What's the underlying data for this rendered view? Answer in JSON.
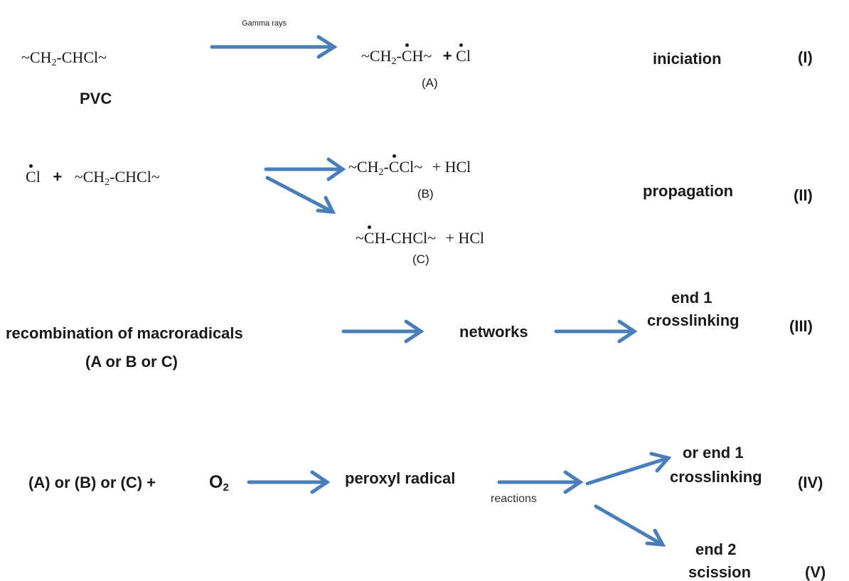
{
  "gamma_label": "Gamma rays",
  "reactions_label": "reactions",
  "row1": {
    "reactant": "~CH",
    "reactant_sub": "2",
    "reactant_tail": "-CHCl~",
    "reactant_name": "PVC",
    "prod_a1": "~CH",
    "prod_a_sub": "2",
    "prod_a_dash": "-",
    "prod_a_c": "C",
    "prod_a_h": "H~",
    "plus": "+",
    "cl_c": "C",
    "cl_l": "l",
    "prod_a_name": "(A)",
    "stage": "iniciation",
    "roman": "(I)"
  },
  "row2": {
    "cl_c": "C",
    "cl_l": "l",
    "plus": "+",
    "reactant": "~CH",
    "reactant_sub": "2",
    "reactant_tail": "-CHCl~",
    "prod_b1": "~CH",
    "prod_b_sub": "2",
    "prod_b_dash": "-",
    "prod_b_c": "C",
    "prod_b_tail": "Cl~",
    "prod_b_plus": "+ HCl",
    "prod_b_name": "(B)",
    "prod_c1": "~",
    "prod_c_c": "C",
    "prod_c_tail": "H-CHCl~",
    "prod_c_plus": "+ HCl",
    "prod_c_name": "(C)",
    "stage": "propagation",
    "roman": "(II)"
  },
  "row3": {
    "reactant": "recombination of macroradicals",
    "reactant_sub": "(A  or  B or C)",
    "middle": "networks",
    "end_top": "end 1",
    "end_bottom": "crosslinking",
    "roman": "(III)"
  },
  "row4": {
    "reactant": "(A) or (B)  or  (C)  +",
    "oxygen": "O",
    "oxygen_sub": "2",
    "middle": "peroxyl radical",
    "branch1_top": "or end 1",
    "branch1_bottom": "crosslinking",
    "branch1_roman": "(IV)",
    "branch2_top": "end 2",
    "branch2_bottom": "scission",
    "branch2_roman": "(V)"
  },
  "colors": {
    "arrow": "#4a7ebb",
    "text": "#1a1a1a"
  }
}
